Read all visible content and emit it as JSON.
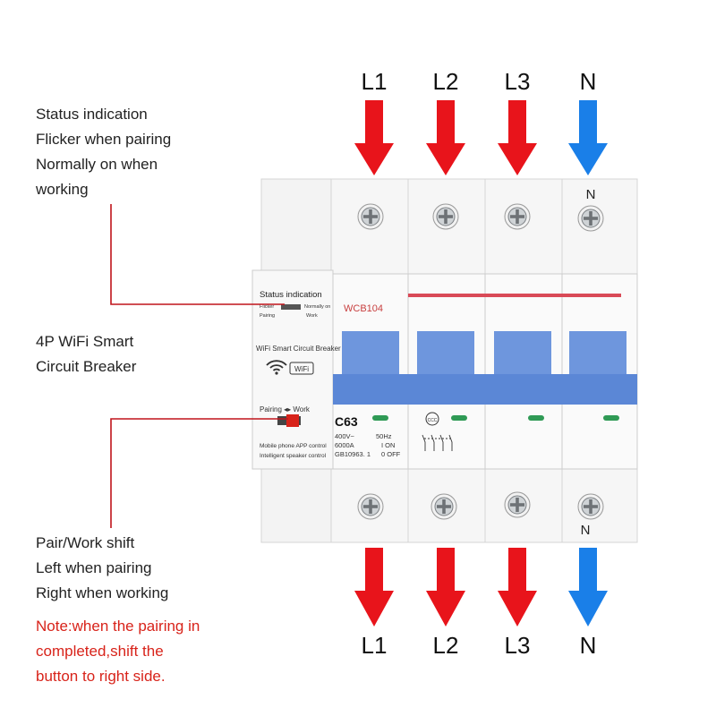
{
  "colors": {
    "phase_arrow": "#e8141b",
    "neutral_arrow": "#1a7fe8",
    "pointer_line": "#c0141b",
    "note_text": "#d8231a",
    "handle_blue": "#5b87d6",
    "stripe": "#d94a57",
    "led": "#2f9a55"
  },
  "top_phase_labels": [
    "L1",
    "L2",
    "L3",
    "N"
  ],
  "bottom_phase_labels": [
    "L1",
    "L2",
    "L3",
    "N"
  ],
  "annotations": {
    "status": [
      "Status indication",
      "Flicker when pairing",
      "Normally on when",
      "working"
    ],
    "product": [
      "4P WiFi Smart",
      "Circuit Breaker"
    ],
    "switch": [
      "Pair/Work shift",
      "Left when pairing",
      "Right when working"
    ],
    "note": [
      "Note:when the pairing in",
      "completed,shift the",
      "button to right side."
    ]
  },
  "breaker": {
    "model": "WCB104",
    "neutral_top": "N",
    "neutral_bottom": "N",
    "status_panel": {
      "title": "Status indication",
      "left_top": "Flicker",
      "left_bottom": "Pairing",
      "right_top": "Normally on",
      "right_bottom": "Work"
    },
    "product_name": "WiFi Smart Circuit Breaker",
    "wifi_badge": "WiFi",
    "pairing_switch_label": "Pairing ◂▸ Work",
    "control_lines": [
      "Mobile phone APP control",
      "Intelligent speaker control"
    ],
    "rating": "C63",
    "specs": [
      [
        "400V~",
        "50Hz"
      ],
      [
        "6000A",
        "I ON"
      ],
      [
        "GB10963. 1",
        "0 OFF"
      ]
    ],
    "cert_mark": "CCC"
  }
}
